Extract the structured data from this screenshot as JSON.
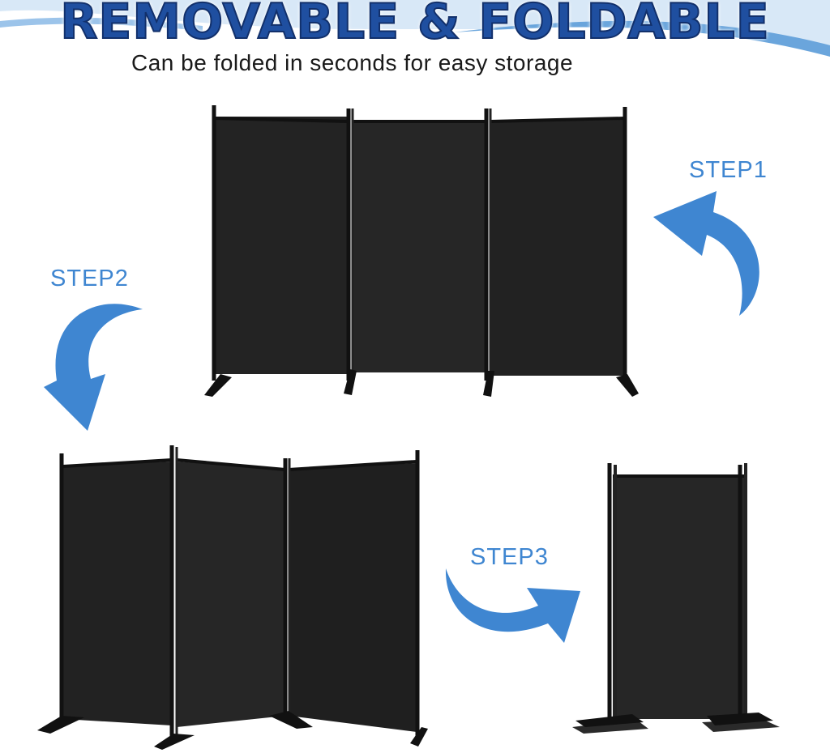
{
  "header": {
    "title": "REMOVABLE & FOLDABLE",
    "subtitle": "Can be folded in seconds for easy storage"
  },
  "steps": [
    {
      "label": "STEP1"
    },
    {
      "label": "STEP2"
    },
    {
      "label": "STEP3"
    }
  ],
  "colors": {
    "title_fill": "#1f4fa0",
    "title_outline": "#12306b",
    "arrow": "#3f86d1",
    "step_text": "#3f86d1",
    "panel_fabric": "#232323",
    "frame": "#111111",
    "swoosh": "#c9def3"
  },
  "icons": [
    "curved-arrow-icon"
  ]
}
